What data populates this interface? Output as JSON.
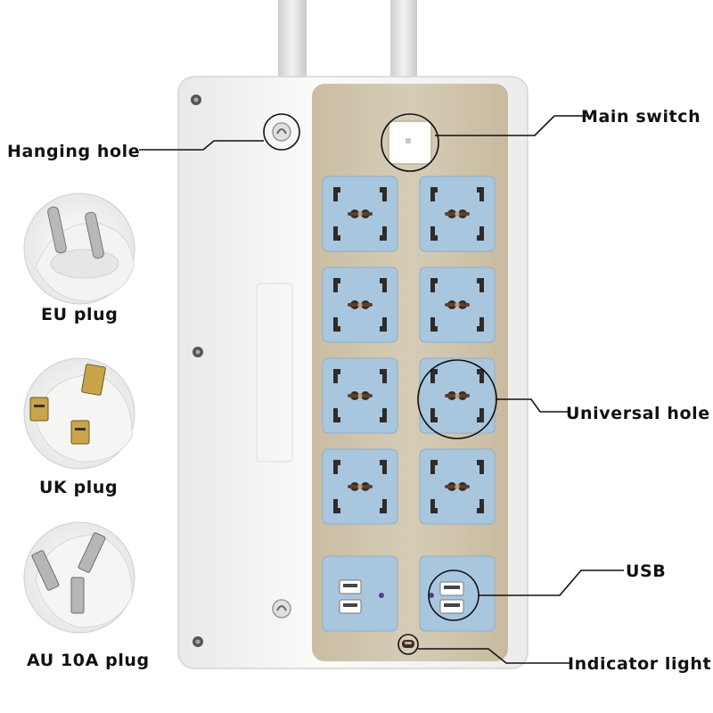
{
  "callouts": {
    "hanging_hole": "Hanging hole",
    "main_switch": "Main switch",
    "universal_hole": "Universal hole",
    "usb": "USB",
    "indicator_light": "Indicator light"
  },
  "plugs": [
    {
      "label": "EU plug",
      "icon": "eu-plug-icon"
    },
    {
      "label": "UK plug",
      "icon": "uk-plug-icon"
    },
    {
      "label": "AU 10A plug",
      "icon": "au-plug-icon"
    }
  ],
  "product": {
    "socket_count": 8,
    "usb_port_count": 4,
    "colors": {
      "housing": "#f4f4f2",
      "panel": "#cfc4ad",
      "socket": "#a9c6df",
      "cable": "#e6e6e6"
    }
  }
}
